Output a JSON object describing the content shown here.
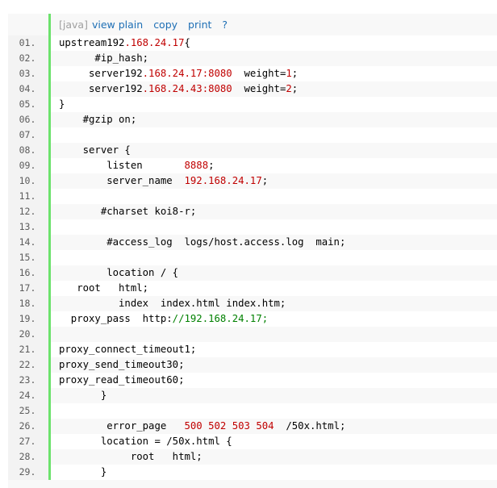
{
  "toolbar": {
    "lang_label": "[java]",
    "view_plain_label": "view plain",
    "copy_label": "copy",
    "print_label": "print",
    "help_label": "?"
  },
  "colors": {
    "gutter_border": "#6ce26c",
    "link": "#1e6fb5",
    "number": "#c00000",
    "string": "#008000"
  },
  "lines": [
    {
      "num": "01.",
      "segments": [
        {
          "t": "upstream192"
        },
        {
          "t": ".168.24.17",
          "c": "num"
        },
        {
          "t": "{"
        }
      ]
    },
    {
      "num": "02.",
      "segments": [
        {
          "t": "      #ip_hash;"
        }
      ]
    },
    {
      "num": "03.",
      "segments": [
        {
          "t": "     server192"
        },
        {
          "t": ".168.24.17:8080",
          "c": "num"
        },
        {
          "t": "  weight="
        },
        {
          "t": "1",
          "c": "num"
        },
        {
          "t": ";"
        }
      ]
    },
    {
      "num": "04.",
      "segments": [
        {
          "t": "     server192"
        },
        {
          "t": ".168.24.43:8080",
          "c": "num"
        },
        {
          "t": "  weight="
        },
        {
          "t": "2",
          "c": "num"
        },
        {
          "t": ";"
        }
      ]
    },
    {
      "num": "05.",
      "segments": [
        {
          "t": "}"
        }
      ]
    },
    {
      "num": "06.",
      "segments": [
        {
          "t": "    #gzip on;"
        }
      ]
    },
    {
      "num": "07.",
      "segments": [
        {
          "t": ""
        }
      ]
    },
    {
      "num": "08.",
      "segments": [
        {
          "t": "    server {"
        }
      ]
    },
    {
      "num": "09.",
      "segments": [
        {
          "t": "        listen       "
        },
        {
          "t": "8888",
          "c": "num"
        },
        {
          "t": ";"
        }
      ]
    },
    {
      "num": "10.",
      "segments": [
        {
          "t": "        server_name  "
        },
        {
          "t": "192.168.24.17",
          "c": "num"
        },
        {
          "t": ";"
        }
      ]
    },
    {
      "num": "11.",
      "segments": [
        {
          "t": ""
        }
      ]
    },
    {
      "num": "12.",
      "segments": [
        {
          "t": "       #charset koi8-r;"
        }
      ]
    },
    {
      "num": "13.",
      "segments": [
        {
          "t": ""
        }
      ]
    },
    {
      "num": "14.",
      "segments": [
        {
          "t": "        #access_log  logs/host.access.log  main;"
        }
      ]
    },
    {
      "num": "15.",
      "segments": [
        {
          "t": ""
        }
      ]
    },
    {
      "num": "16.",
      "segments": [
        {
          "t": "        location / {"
        }
      ]
    },
    {
      "num": "17.",
      "segments": [
        {
          "t": "   root   html;"
        }
      ]
    },
    {
      "num": "18.",
      "segments": [
        {
          "t": "          index  index.html index.htm;"
        }
      ]
    },
    {
      "num": "19.",
      "segments": [
        {
          "t": "  proxy_pass  http:"
        },
        {
          "t": "//192.168.24.17;",
          "c": "str"
        }
      ]
    },
    {
      "num": "20.",
      "segments": [
        {
          "t": ""
        }
      ]
    },
    {
      "num": "21.",
      "segments": [
        {
          "t": "proxy_connect_timeout1;"
        }
      ]
    },
    {
      "num": "22.",
      "segments": [
        {
          "t": "proxy_send_timeout30;"
        }
      ]
    },
    {
      "num": "23.",
      "segments": [
        {
          "t": "proxy_read_timeout60;"
        }
      ]
    },
    {
      "num": "24.",
      "segments": [
        {
          "t": "       }"
        }
      ]
    },
    {
      "num": "25.",
      "segments": [
        {
          "t": ""
        }
      ]
    },
    {
      "num": "26.",
      "segments": [
        {
          "t": "        error_page   "
        },
        {
          "t": "500 502 503 504",
          "c": "num"
        },
        {
          "t": "  /50x.html;"
        }
      ]
    },
    {
      "num": "27.",
      "segments": [
        {
          "t": "       location = /50x.html {"
        }
      ]
    },
    {
      "num": "28.",
      "segments": [
        {
          "t": "            root   html;"
        }
      ]
    },
    {
      "num": "29.",
      "segments": [
        {
          "t": "       }"
        }
      ]
    }
  ]
}
